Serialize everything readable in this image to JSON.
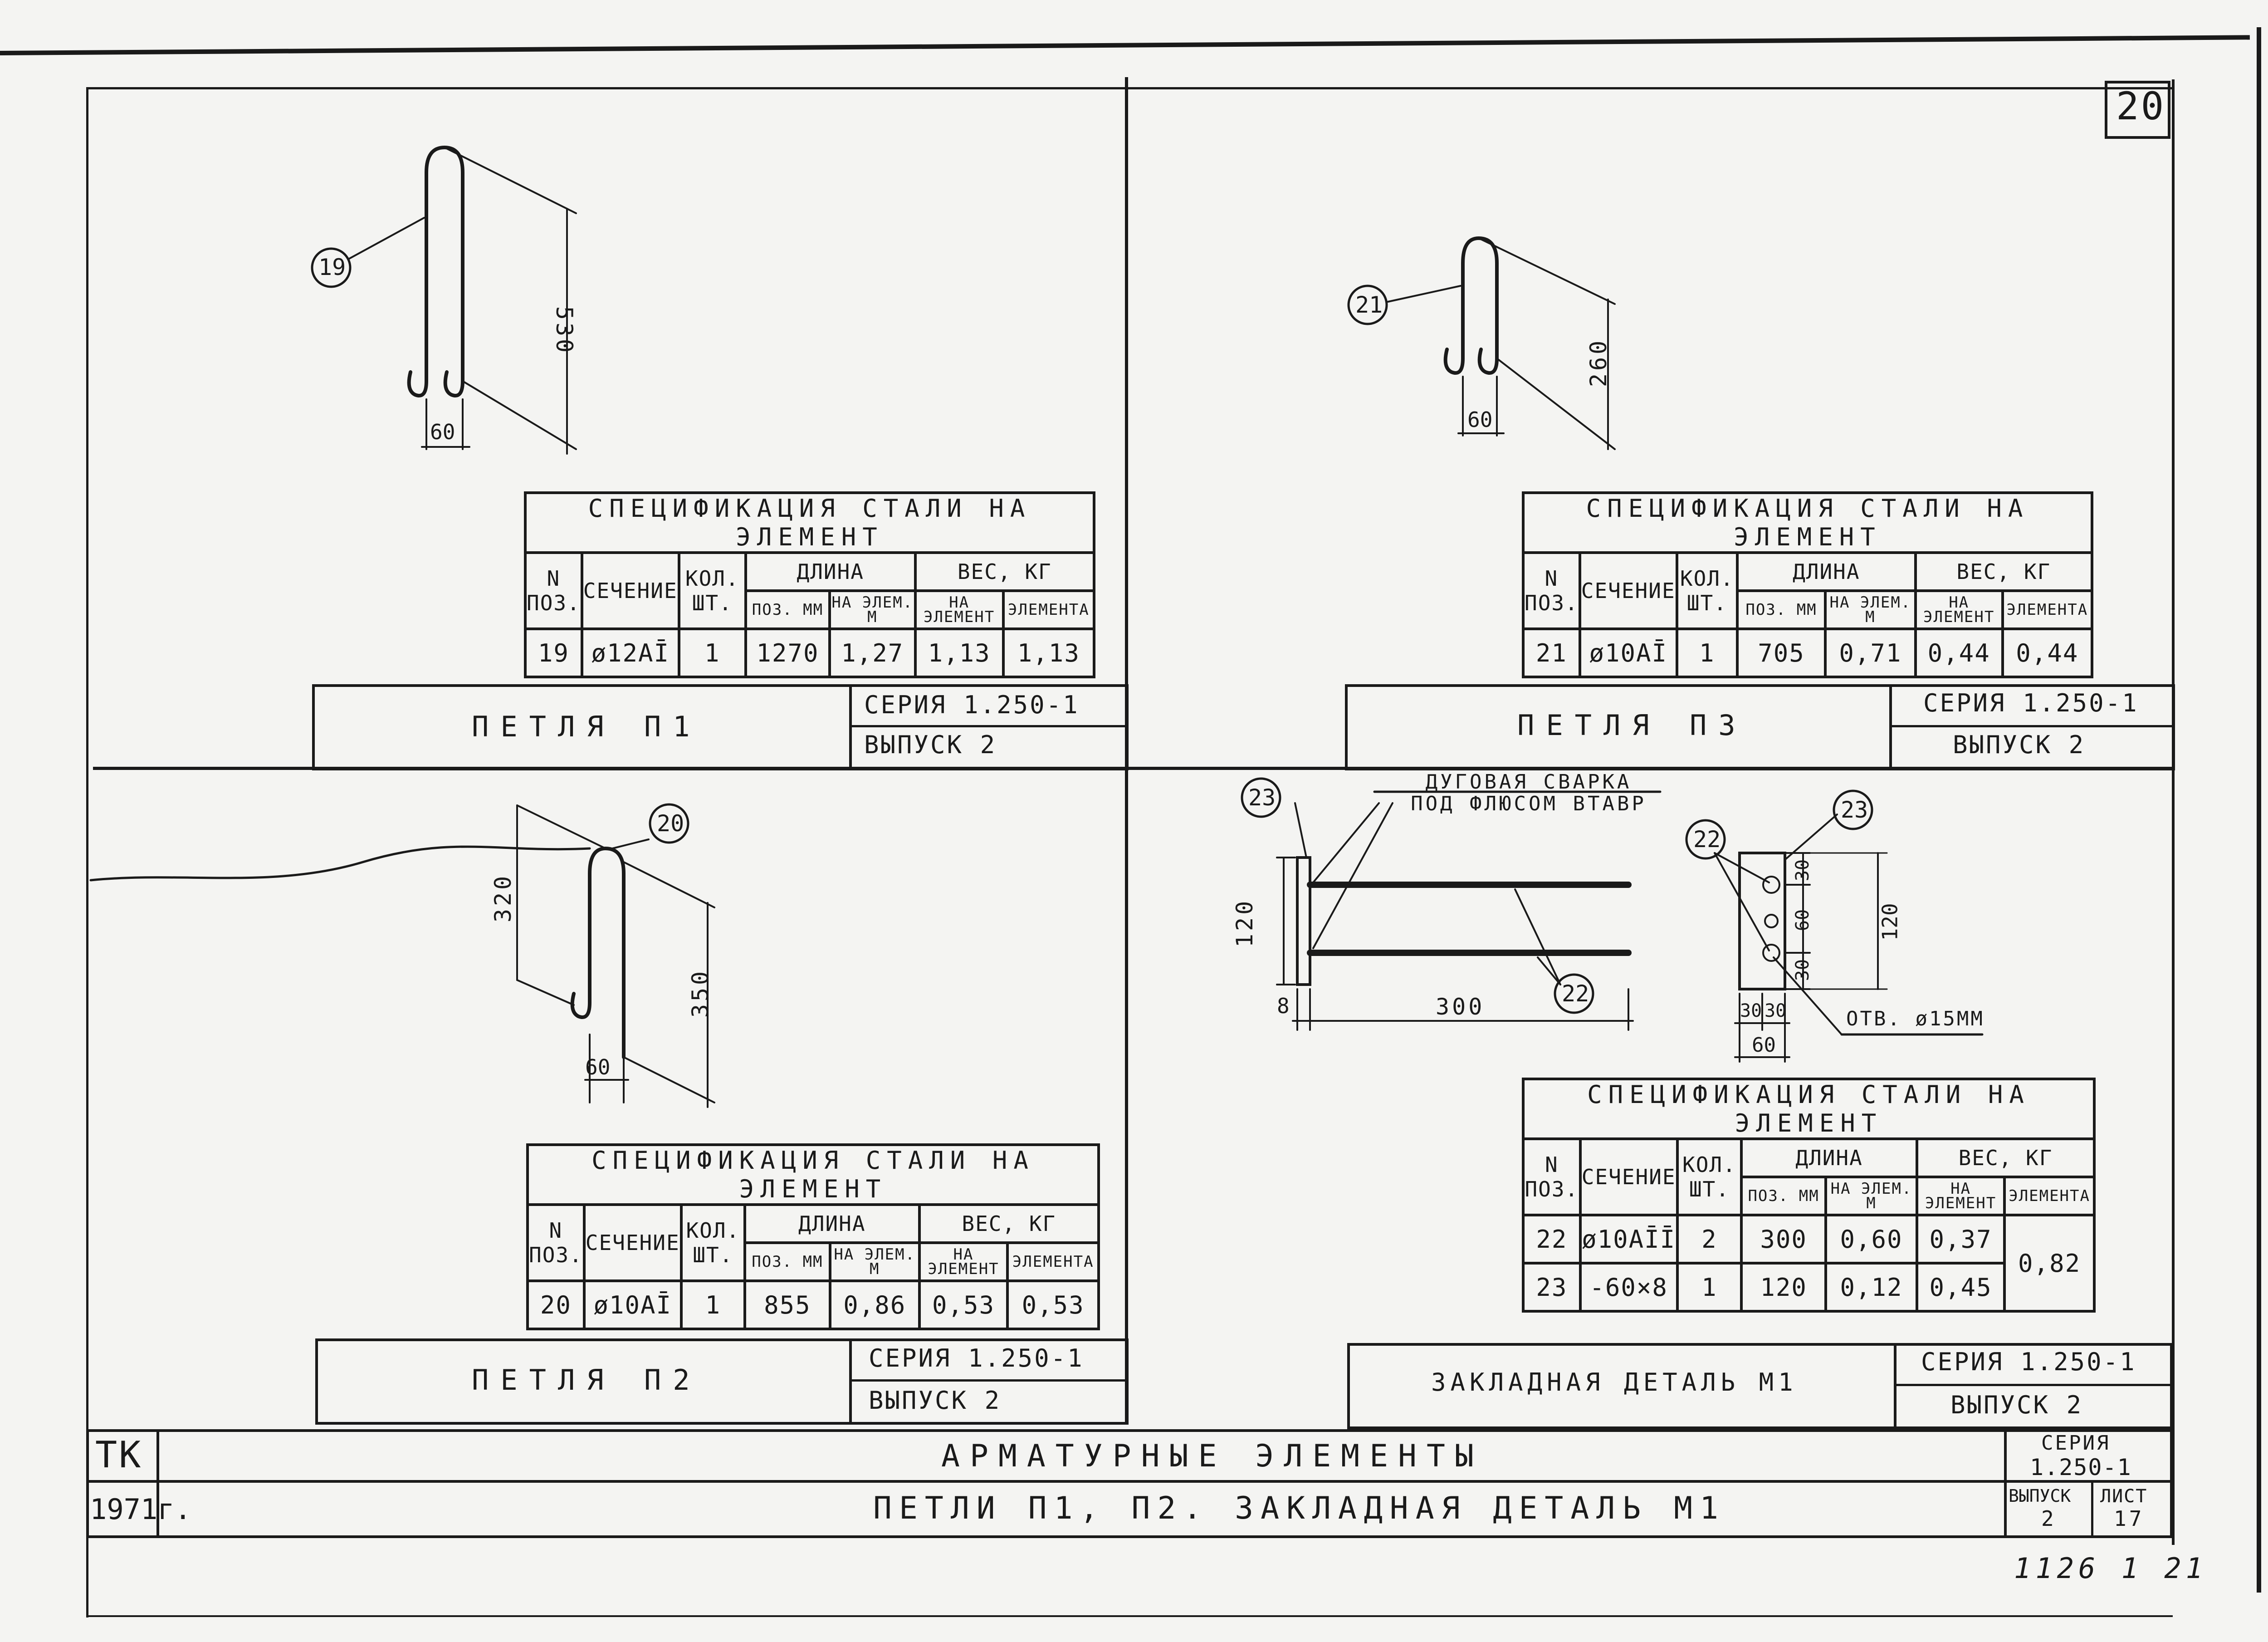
{
  "sheet_number": "20",
  "panels": {
    "p1": {
      "marker": "19",
      "dims": {
        "height": "530",
        "width": "60"
      },
      "title": "ПЕТЛЯ П1",
      "series": "СЕРИЯ 1.250-1",
      "issue": "ВЫПУСК 2",
      "table": {
        "title": "СПЕЦИФИКАЦИЯ СТАЛИ НА ЭЛЕМЕНТ",
        "headers": {
          "pos": "N ПОЗ.",
          "section": "СЕЧЕНИЕ",
          "qty": "КОЛ. ШТ.",
          "length": "ДЛИНА",
          "len_pos": "ПОЗ. ММ",
          "len_el": "НА ЭЛЕМ. М",
          "weight": "ВЕС, КГ",
          "w_el": "НА ЭЛЕМЕНТ",
          "w_total": "ЭЛЕМЕНТА"
        },
        "rows": [
          {
            "pos": "19",
            "section": "ø12AĪ",
            "qty": "1",
            "len_pos": "1270",
            "len_el": "1,27",
            "w_el": "1,13",
            "w_total": "1,13"
          }
        ]
      }
    },
    "p3": {
      "marker": "21",
      "dims": {
        "height": "260",
        "width": "60"
      },
      "title": "ПЕТЛЯ П3",
      "series": "СЕРИЯ 1.250-1",
      "issue": "ВЫПУСК 2",
      "table": {
        "title": "СПЕЦИФИКАЦИЯ СТАЛИ НА ЭЛЕМЕНТ",
        "headers": {
          "pos": "N ПОЗ.",
          "section": "СЕЧЕНИЕ",
          "qty": "КОЛ. ШТ.",
          "length": "ДЛИНА",
          "len_pos": "ПОЗ. ММ",
          "len_el": "НА ЭЛЕМ. М",
          "weight": "ВЕС, КГ",
          "w_el": "НА ЭЛЕМЕНТ",
          "w_total": "ЭЛЕМЕНТА"
        },
        "rows": [
          {
            "pos": "21",
            "section": "ø10AĪ",
            "qty": "1",
            "len_pos": "705",
            "len_el": "0,71",
            "w_el": "0,44",
            "w_total": "0,44"
          }
        ]
      }
    },
    "p2": {
      "marker": "20",
      "dims": {
        "height": "320",
        "length": "350",
        "width": "60"
      },
      "title": "ПЕТЛЯ П2",
      "series": "СЕРИЯ 1.250-1",
      "issue": "ВЫПУСК 2",
      "table": {
        "title": "СПЕЦИФИКАЦИЯ СТАЛИ НА ЭЛЕМЕНТ",
        "headers": {
          "pos": "N ПОЗ.",
          "section": "СЕЧЕНИЕ",
          "qty": "КОЛ. ШТ.",
          "length": "ДЛИНА",
          "len_pos": "ПОЗ. ММ",
          "len_el": "НА ЭЛЕМ. М",
          "weight": "ВЕС, КГ",
          "w_el": "НА ЭЛЕМЕНТ",
          "w_total": "ЭЛЕМЕНТА"
        },
        "rows": [
          {
            "pos": "20",
            "section": "ø10AĪ",
            "qty": "1",
            "len_pos": "855",
            "len_el": "0,86",
            "w_el": "0,53",
            "w_total": "0,53"
          }
        ]
      }
    },
    "m1": {
      "markers": {
        "plate": "23",
        "bars": "22"
      },
      "weld_note": "ДУГОВАЯ СВАРКА ПОД ФЛЮСОМ ВТАВР",
      "dims": {
        "height": "120",
        "plate_t": "8",
        "bar_len": "300",
        "d30a": "30",
        "d60": "60",
        "d30b": "30",
        "d120": "120",
        "w30a": "30",
        "w30b": "30",
        "w60": "60"
      },
      "hole_note": "ОТВ. ø15ММ",
      "title": "ЗАКЛАДНАЯ ДЕТАЛЬ М1",
      "series": "СЕРИЯ 1.250-1",
      "issue": "ВЫПУСК 2",
      "table": {
        "title": "СПЕЦИФИКАЦИЯ СТАЛИ НА ЭЛЕМЕНТ",
        "headers": {
          "pos": "N ПОЗ.",
          "section": "СЕЧЕНИЕ",
          "qty": "КОЛ. ШТ.",
          "length": "ДЛИНА",
          "len_pos": "ПОЗ. ММ",
          "len_el": "НА ЭЛЕМ. М",
          "weight": "ВЕС, КГ",
          "w_el": "НА ЭЛЕМЕНТ",
          "w_total": "ЭЛЕМЕНТА"
        },
        "rows": [
          {
            "pos": "22",
            "section": "ø10AĪĪ",
            "qty": "2",
            "len_pos": "300",
            "len_el": "0,60",
            "w_el": "0,37"
          },
          {
            "pos": "23",
            "section": "-60×8",
            "qty": "1",
            "len_pos": "120",
            "len_el": "0,12",
            "w_el": "0,45"
          }
        ],
        "w_total": "0,82"
      }
    }
  },
  "title_block": {
    "org": "ТК",
    "year": "1971г.",
    "main_title": "АРМАТУРНЫЕ ЭЛЕМЕНТЫ",
    "sub_title": "ПЕТЛИ П1, П2. ЗАКЛАДНАЯ ДЕТАЛЬ М1",
    "series_label": "СЕРИЯ",
    "series_value": "1.250-1",
    "issue_label": "ВЫПУСК",
    "issue_value": "2",
    "sheet_label": "ЛИСТ",
    "sheet_value": "17"
  },
  "archive_number": "1126 1 21"
}
